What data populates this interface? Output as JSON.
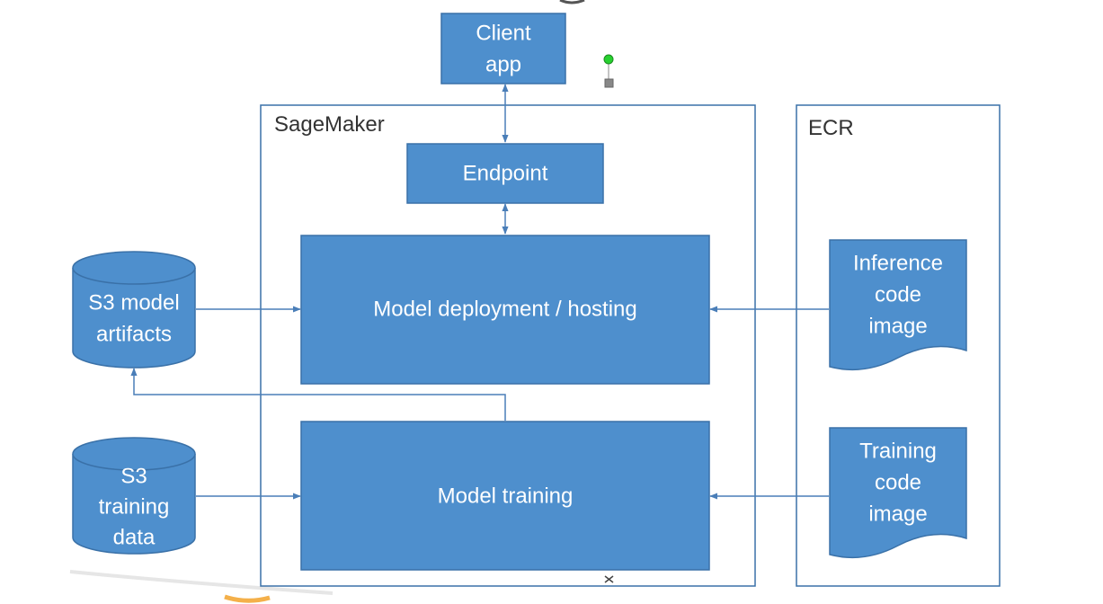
{
  "colors": {
    "node_fill": "#4e8fcd",
    "node_stroke": "#3a71a8",
    "container_stroke": "#3a71a8",
    "edge": "#4a7eb8",
    "handle_green": "#27d12f",
    "handle_gray": "#888888"
  },
  "diagram": {
    "containers": {
      "sagemaker": {
        "label": "SageMaker"
      },
      "ecr": {
        "label": "ECR"
      }
    },
    "nodes": {
      "client_app": {
        "lines": [
          "Client",
          "app"
        ]
      },
      "endpoint": {
        "lines": [
          "Endpoint"
        ]
      },
      "model_deployment": {
        "lines": [
          "Model deployment / hosting"
        ]
      },
      "model_training": {
        "lines": [
          "Model training"
        ]
      },
      "s3_model_artifacts": {
        "lines": [
          "S3 model",
          "artifacts"
        ]
      },
      "s3_training_data": {
        "lines": [
          "S3",
          "training",
          "data"
        ]
      },
      "inference_code_image": {
        "lines": [
          "Inference",
          "code",
          "image"
        ]
      },
      "training_code_image": {
        "lines": [
          "Training",
          "code",
          "image"
        ]
      }
    },
    "edges": [
      {
        "from": "client_app",
        "to": "endpoint",
        "direction": "both"
      },
      {
        "from": "endpoint",
        "to": "model_deployment",
        "direction": "both"
      },
      {
        "from": "s3_model_artifacts",
        "to": "model_deployment",
        "direction": "forward"
      },
      {
        "from": "inference_code_image",
        "to": "model_deployment",
        "direction": "forward"
      },
      {
        "from": "model_training",
        "to": "s3_model_artifacts",
        "direction": "forward"
      },
      {
        "from": "s3_training_data",
        "to": "model_training",
        "direction": "forward"
      },
      {
        "from": "training_code_image",
        "to": "model_training",
        "direction": "forward"
      }
    ]
  }
}
